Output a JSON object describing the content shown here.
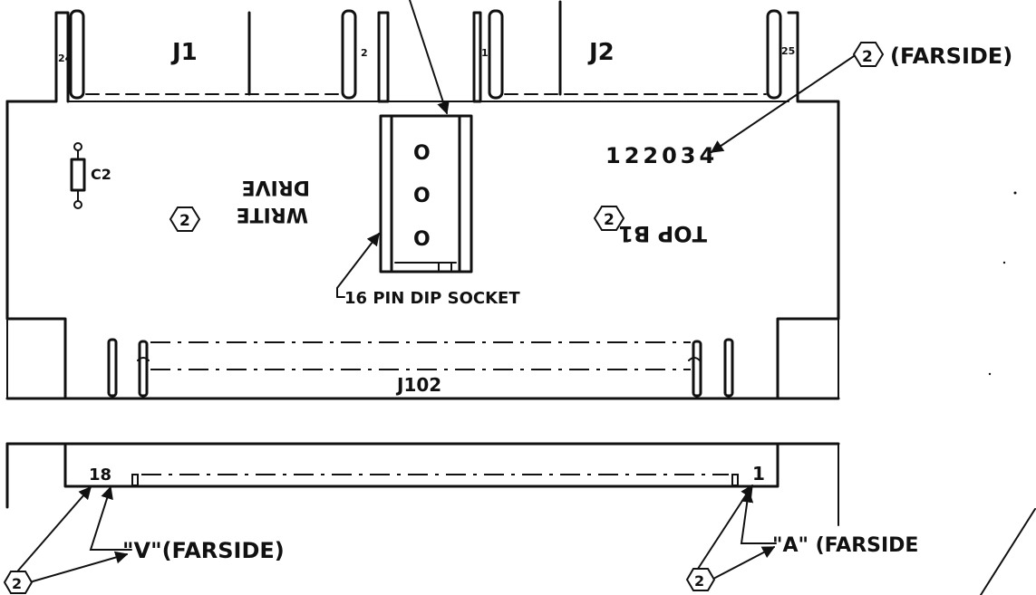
{
  "labels": {
    "j1": "J1",
    "j2": "J2",
    "j1_pin_left": "24",
    "j1_pin_right": "2",
    "j2_pin_left": "1",
    "j2_pin_right": "25",
    "farside_top": "(FARSIDE)",
    "farside_top_callout": "2",
    "part_number": "122034",
    "c2": "C2",
    "drive_write_line1": "WRITE",
    "drive_write_line2": "DRIVE",
    "drive_callout": "2",
    "top_b1": "TOP B1",
    "top_callout": "2",
    "socket_holes": [
      "O",
      "O",
      "O"
    ],
    "dip_socket": "16 PIN DIP SOCKET",
    "j102": "J102",
    "pin_18": "18",
    "pin_1": "1",
    "v_farside": "\"V\"(FARSIDE)",
    "v_callout": "2",
    "a_farside": "\"A\" (FARSIDE",
    "a_callout": "2"
  },
  "colors": {
    "ink": "#111111",
    "paper": "#ffffff"
  }
}
